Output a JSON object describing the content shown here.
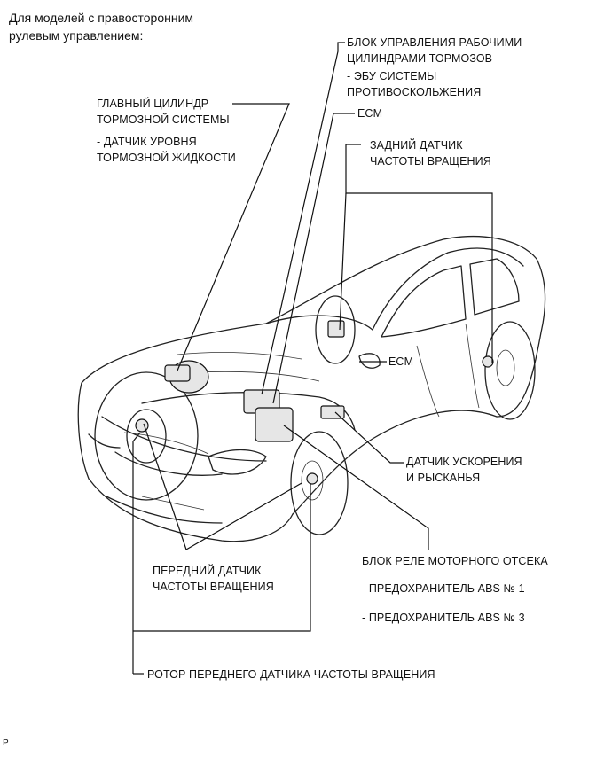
{
  "heading": [
    "Для моделей с правосторонним",
    "рулевым управлением:"
  ],
  "labels": {
    "brake_actuator": [
      "БЛОК УПРАВЛЕНИЯ РАБОЧИМИ",
      "ЦИЛИНДРАМИ ТОРМОЗОВ"
    ],
    "skid_ecu": [
      "- ЭБУ СИСТЕМЫ",
      "ПРОТИВОСКОЛЬЖЕНИЯ"
    ],
    "master_cylinder": [
      "ГЛАВНЫЙ ЦИЛИНДР",
      "ТОРМОЗНОЙ СИСТЕМЫ"
    ],
    "fluid_sensor": [
      "- ДАТЧИК УРОВНЯ",
      "ТОРМОЗНОЙ ЖИДКОСТИ"
    ],
    "ecm_top": "ECM",
    "rear_speed_sensor": [
      "ЗАДНИЙ ДАТЧИК",
      "ЧАСТОТЫ ВРАЩЕНИЯ"
    ],
    "ecm_mid": "ECM",
    "yaw_sensor": [
      "ДАТЧИК УСКОРЕНИЯ",
      "И РЫСКАНЬЯ"
    ],
    "relay_block": "БЛОК РЕЛЕ МОТОРНОГО ОТСЕКА",
    "fuse_1": "- ПРЕДОХРАНИТЕЛЬ ABS № 1",
    "fuse_3": "- ПРЕДОХРАНИТЕЛЬ ABS № 3",
    "front_speed_sensor": [
      "ПЕРЕДНИЙ ДАТЧИК",
      "ЧАСТОТЫ ВРАЩЕНИЯ"
    ],
    "front_rotor": "РОТОР ПЕРЕДНЕГО ДАТЧИКА ЧАСТОТЫ ВРАЩЕНИЯ"
  },
  "corner_mark": "P"
}
